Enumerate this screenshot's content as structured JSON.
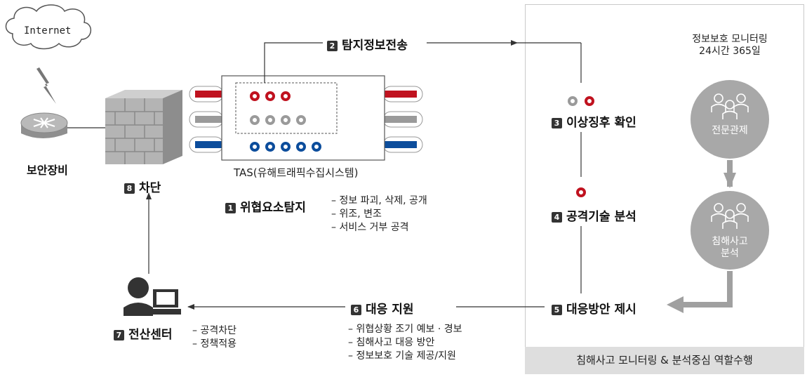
{
  "internet": "Internet",
  "security_device": "보안장비",
  "tas": {
    "caption": "TAS(유해트래픽수집시스템)"
  },
  "steps": {
    "s1": {
      "num": "1",
      "label": "위협요소탐지",
      "bullets": [
        "정보 파괴, 삭제, 공개",
        "위조, 변조",
        "서비스 거부 공격"
      ]
    },
    "s2": {
      "num": "2",
      "label": "탐지정보전송"
    },
    "s3": {
      "num": "3",
      "label": "이상징후 확인"
    },
    "s4": {
      "num": "4",
      "label": "공격기술 분석"
    },
    "s5": {
      "num": "5",
      "label": "대응방안 제시"
    },
    "s6": {
      "num": "6",
      "label": "대응 지원",
      "bullets": [
        "위협상황 조기 예보 · 경보",
        "침해사고 대응 방안",
        "정보보호 기술 제공/지원"
      ]
    },
    "s7": {
      "num": "7",
      "label": "전산센터",
      "bullets": [
        "공격차단",
        "정책적용"
      ]
    },
    "s8": {
      "num": "8",
      "label": "차단"
    }
  },
  "monitoring": {
    "title_line1": "정보보호 모니터링",
    "title_line2": "24시간 365일",
    "circle1": "전문관제",
    "circle2_line1": "침해사고",
    "circle2_line2": "분석"
  },
  "footer": "침해사고 모니터링 & 분석중심 역할수행",
  "colors": {
    "red": "#c0121f",
    "gray": "#9a9a9a",
    "blue": "#0c4d9c",
    "circle_fill": "#a8a8a8"
  }
}
